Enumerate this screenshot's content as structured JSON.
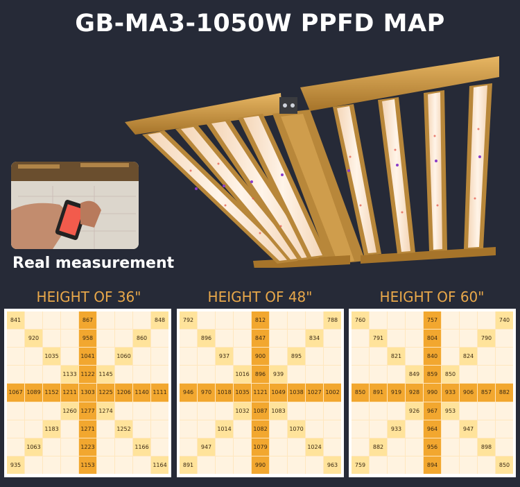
{
  "title": "GB-MA3-1050W PPFD MAP",
  "photo_caption": "Real measurement",
  "maps": [
    {
      "label": "HEIGHT OF 36\"",
      "cells": [
        [
          0,
          0,
          "841"
        ],
        [
          0,
          4,
          "867"
        ],
        [
          0,
          8,
          "848"
        ],
        [
          1,
          1,
          "920"
        ],
        [
          1,
          4,
          "958"
        ],
        [
          1,
          7,
          "860"
        ],
        [
          2,
          2,
          "1035"
        ],
        [
          2,
          4,
          "1041"
        ],
        [
          2,
          6,
          "1060"
        ],
        [
          3,
          3,
          "1133"
        ],
        [
          3,
          4,
          "1122"
        ],
        [
          3,
          5,
          "1145"
        ],
        [
          4,
          0,
          "1067"
        ],
        [
          4,
          1,
          "1089"
        ],
        [
          4,
          2,
          "1152"
        ],
        [
          4,
          3,
          "1211"
        ],
        [
          4,
          4,
          "1303"
        ],
        [
          4,
          5,
          "1225"
        ],
        [
          4,
          6,
          "1206"
        ],
        [
          4,
          7,
          "1140"
        ],
        [
          4,
          8,
          "1111"
        ],
        [
          5,
          3,
          "1260"
        ],
        [
          5,
          4,
          "1277"
        ],
        [
          5,
          5,
          "1274"
        ],
        [
          6,
          2,
          "1183"
        ],
        [
          6,
          4,
          "1271"
        ],
        [
          6,
          6,
          "1252"
        ],
        [
          7,
          1,
          "1063"
        ],
        [
          7,
          4,
          "1223"
        ],
        [
          7,
          7,
          "1166"
        ],
        [
          8,
          0,
          "935"
        ],
        [
          8,
          4,
          "1153"
        ],
        [
          8,
          8,
          "1164"
        ]
      ]
    },
    {
      "label": "HEIGHT OF 48\"",
      "cells": [
        [
          0,
          0,
          "792"
        ],
        [
          0,
          4,
          "812"
        ],
        [
          0,
          8,
          "788"
        ],
        [
          1,
          1,
          "896"
        ],
        [
          1,
          4,
          "847"
        ],
        [
          1,
          7,
          "834"
        ],
        [
          2,
          2,
          "937"
        ],
        [
          2,
          4,
          "900"
        ],
        [
          2,
          6,
          "895"
        ],
        [
          3,
          3,
          "1016"
        ],
        [
          3,
          4,
          "896"
        ],
        [
          3,
          5,
          "939"
        ],
        [
          4,
          0,
          "946"
        ],
        [
          4,
          1,
          "970"
        ],
        [
          4,
          2,
          "1018"
        ],
        [
          4,
          3,
          "1035"
        ],
        [
          4,
          4,
          "1121"
        ],
        [
          4,
          5,
          "1049"
        ],
        [
          4,
          6,
          "1038"
        ],
        [
          4,
          7,
          "1027"
        ],
        [
          4,
          8,
          "1002"
        ],
        [
          5,
          3,
          "1032"
        ],
        [
          5,
          4,
          "1087"
        ],
        [
          5,
          5,
          "1083"
        ],
        [
          6,
          2,
          "1014"
        ],
        [
          6,
          4,
          "1082"
        ],
        [
          6,
          6,
          "1070"
        ],
        [
          7,
          1,
          "947"
        ],
        [
          7,
          4,
          "1079"
        ],
        [
          7,
          7,
          "1024"
        ],
        [
          8,
          0,
          "891"
        ],
        [
          8,
          4,
          "990"
        ],
        [
          8,
          8,
          "963"
        ]
      ]
    },
    {
      "label": "HEIGHT OF 60\"",
      "cells": [
        [
          0,
          0,
          "760"
        ],
        [
          0,
          4,
          "757"
        ],
        [
          0,
          8,
          "740"
        ],
        [
          1,
          1,
          "791"
        ],
        [
          1,
          4,
          "804"
        ],
        [
          1,
          7,
          "790"
        ],
        [
          2,
          2,
          "821"
        ],
        [
          2,
          4,
          "840"
        ],
        [
          2,
          6,
          "824"
        ],
        [
          3,
          3,
          "849"
        ],
        [
          3,
          4,
          "859"
        ],
        [
          3,
          5,
          "850"
        ],
        [
          4,
          0,
          "850"
        ],
        [
          4,
          1,
          "891"
        ],
        [
          4,
          2,
          "919"
        ],
        [
          4,
          3,
          "928"
        ],
        [
          4,
          4,
          "990"
        ],
        [
          4,
          5,
          "933"
        ],
        [
          4,
          6,
          "906"
        ],
        [
          4,
          7,
          "857"
        ],
        [
          4,
          8,
          "882"
        ],
        [
          5,
          3,
          "926"
        ],
        [
          5,
          4,
          "967"
        ],
        [
          5,
          5,
          "953"
        ],
        [
          6,
          2,
          "933"
        ],
        [
          6,
          4,
          "964"
        ],
        [
          6,
          6,
          "947"
        ],
        [
          7,
          1,
          "882"
        ],
        [
          7,
          4,
          "956"
        ],
        [
          7,
          7,
          "898"
        ],
        [
          8,
          0,
          "759"
        ],
        [
          8,
          4,
          "894"
        ],
        [
          8,
          8,
          "850"
        ]
      ]
    }
  ],
  "colors": {
    "accent": "#e9a84a",
    "band": "#f2a72f",
    "mark": "#ffe39b",
    "cell": "#fff3e0",
    "background": "#262a37"
  }
}
